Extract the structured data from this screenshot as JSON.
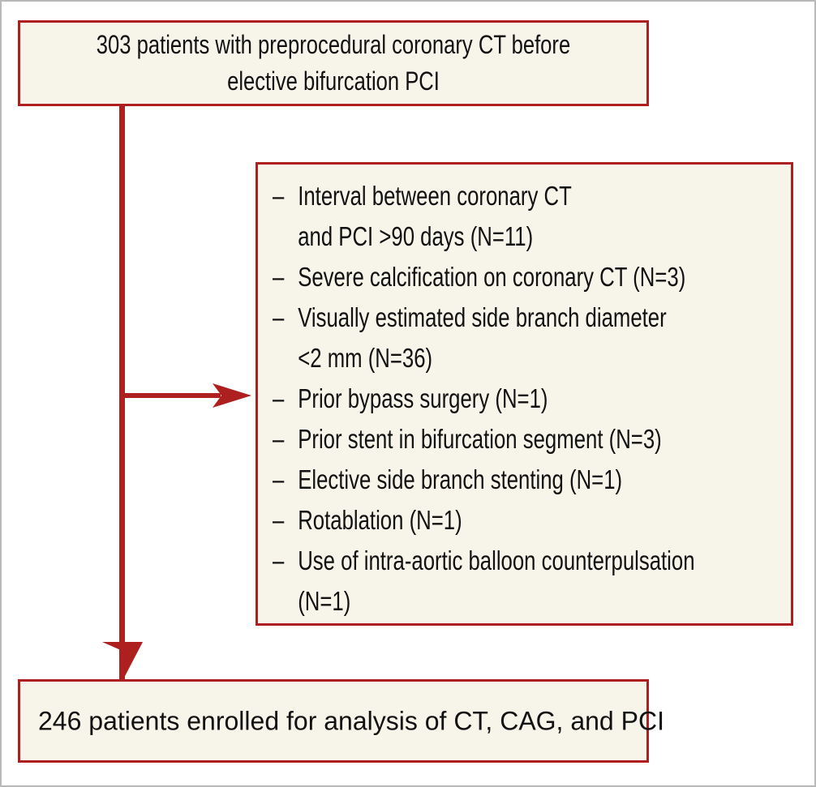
{
  "figure": {
    "type": "study-flow-diagram",
    "colors": {
      "border_red": "#AE2020",
      "box_fill": "#F7F4E9",
      "text": "#111111",
      "page_frame": "#B9B9B9"
    }
  },
  "top_box": {
    "line1": "303 patients with preprocedural coronary CT before",
    "line2": "elective bifurcation PCI",
    "count": "303"
  },
  "exclusion_box": {
    "items": [
      {
        "dash": "–",
        "line1": "Interval between coronary CT",
        "line2": "and PCI >90 days (N=11)",
        "n": "11"
      },
      {
        "dash": "–",
        "line1": "Severe calcification on coronary CT (N=3)",
        "line2": "",
        "n": "3"
      },
      {
        "dash": "–",
        "line1": "Visually estimated side branch diameter",
        "line2": "<2 mm (N=36)",
        "n": "36"
      },
      {
        "dash": "–",
        "line1": "Prior bypass surgery (N=1)",
        "line2": "",
        "n": "1"
      },
      {
        "dash": "–",
        "line1": "Prior stent in bifurcation segment (N=3)",
        "line2": "",
        "n": "3"
      },
      {
        "dash": "–",
        "line1": "Elective side branch stenting (N=1)",
        "line2": "",
        "n": "1"
      },
      {
        "dash": "–",
        "line1": "Rotablation (N=1)",
        "line2": "",
        "n": "1"
      },
      {
        "dash": "–",
        "line1": "Use of intra-aortic balloon counterpulsation",
        "line2": "(N=1)",
        "n": "1"
      }
    ]
  },
  "bottom_box": {
    "line1": "246 patients enrolled for analysis of CT, CAG, and PCI",
    "count": "246"
  },
  "connectors": {
    "vertical_name": "vertical-connector-line",
    "horizontal_name": "horizontal-connector-line",
    "arrow_right_name": "arrowhead-right-icon",
    "arrow_down_name": "arrowhead-down-icon"
  }
}
